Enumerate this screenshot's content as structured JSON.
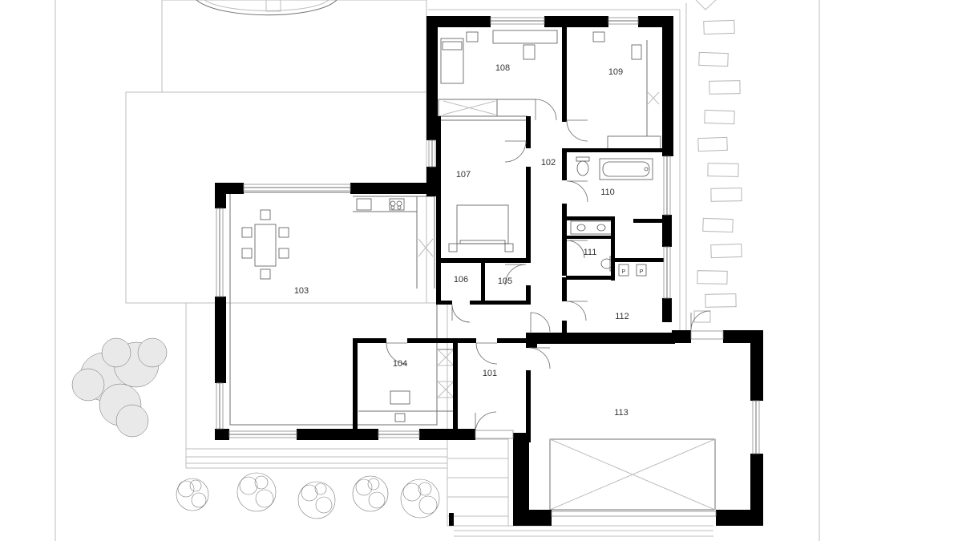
{
  "colors": {
    "background": "#ffffff",
    "wall": "#000000",
    "line": "#6f6f6f",
    "light_line": "#bdbdbd",
    "label": "#333333"
  },
  "rooms": [
    {
      "id": "101",
      "label": "101"
    },
    {
      "id": "102",
      "label": "102"
    },
    {
      "id": "103",
      "label": "103"
    },
    {
      "id": "104",
      "label": "104"
    },
    {
      "id": "105",
      "label": "105"
    },
    {
      "id": "106",
      "label": "106"
    },
    {
      "id": "107",
      "label": "107"
    },
    {
      "id": "108",
      "label": "108"
    },
    {
      "id": "109",
      "label": "109"
    },
    {
      "id": "110",
      "label": "110"
    },
    {
      "id": "111",
      "label": "111"
    },
    {
      "id": "112",
      "label": "112"
    },
    {
      "id": "113",
      "label": "113"
    }
  ],
  "fixture_marks": {
    "left": "P",
    "right": "P"
  },
  "icons": [
    "door-swing-icon",
    "window-icon",
    "bed-icon",
    "bathtub-icon",
    "toilet-icon",
    "sink-icon",
    "dining-table-icon",
    "kitchen-counter-icon",
    "tree-icon",
    "shrub-icon",
    "car-space-icon"
  ]
}
